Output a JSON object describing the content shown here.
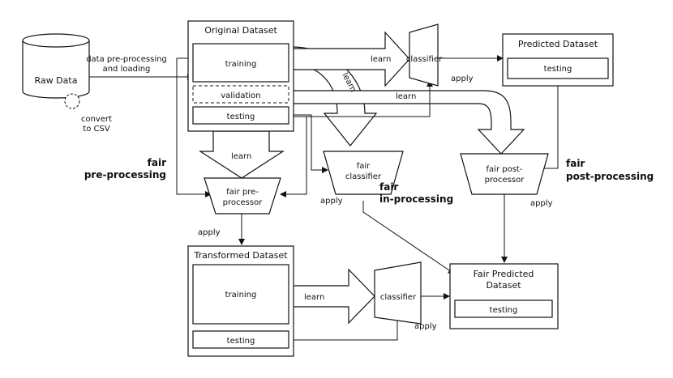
{
  "nodes": {
    "raw_data": "Raw Data",
    "convert_to_csv": [
      "convert",
      "to CSV"
    ],
    "data_preprocessing": [
      "data pre-processing",
      "and loading"
    ],
    "original_dataset": "Original Dataset",
    "training": "training",
    "validation": "validation",
    "testing": "testing",
    "classifier": "classifier",
    "predicted_dataset": "Predicted Dataset",
    "fair_classifier": [
      "fair",
      "classifier"
    ],
    "fair_preprocessor": [
      "fair pre-",
      "processor"
    ],
    "fair_postprocessor": [
      "fair post-",
      "processor"
    ],
    "transformed_dataset": "Transformed Dataset",
    "fair_predicted_dataset": [
      "Fair Predicted",
      "Dataset"
    ]
  },
  "edge_labels": {
    "learn": "learn",
    "apply": "apply"
  },
  "section_labels": {
    "fair_preprocessing": [
      "fair",
      "pre-processing"
    ],
    "fair_inprocessing": [
      "fair",
      "in-processing"
    ],
    "fair_postprocessing": [
      "fair",
      "post-processing"
    ]
  },
  "colors": {
    "stroke": "#111111",
    "background": "#ffffff"
  }
}
